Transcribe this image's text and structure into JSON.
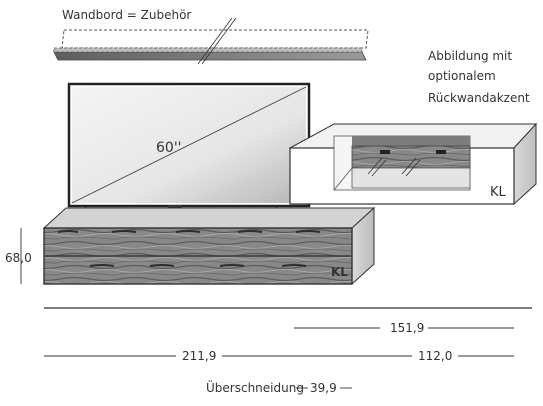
{
  "labels": {
    "shelf_note": "Wandbord = Zubehör",
    "illustration_note": [
      "Abbildung mit",
      "optionalem",
      "Rückwandakzent"
    ],
    "tv_size": "60''",
    "height_dim": "68,0",
    "unit_code_lower": "KL",
    "unit_code_upper": "KL"
  },
  "dimensions": {
    "upper_width": "151,9",
    "lower_width": "211,9",
    "upper_width_right": "112,0",
    "overlap_label": "Überschneidung",
    "overlap_value": "39,9"
  },
  "colors": {
    "line": "#333333",
    "panel_dark": "#7a7a7a",
    "panel_light": "#c8c8c8",
    "wood_dark": "#6f6f6f",
    "wood_light": "#9a9a9a",
    "tv_screen": "#e8e8e8"
  }
}
